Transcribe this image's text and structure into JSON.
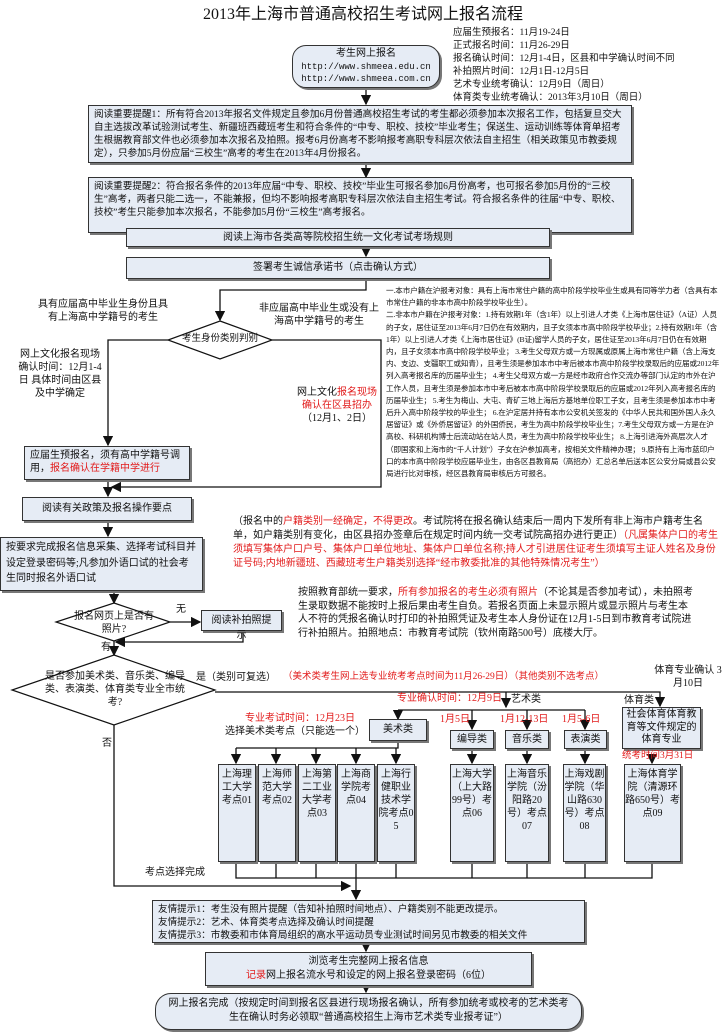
{
  "title": "2013年上海市普通高校招生考试网上报名流程",
  "start": {
    "label": "考生网上报名",
    "url1": "http://www.shmeea.edu.cn",
    "url2": "http://www.shmeea.com.cn"
  },
  "schedule": [
    "应届生预报名：11月19-24日",
    "正式报名时间：11月26-29日",
    "报名确认时间：12月1-4日，区县和中学确认时间不同",
    "补拍照片时间：12月1日-12月5日",
    "艺术专业统考确认：12月9日（周日）",
    "体育类专业统考确认：2013年3月10日（周日）"
  ],
  "reminder1": "阅读重要提醒1：所有符合2013年报名文件规定且参加6月份普通高校招生考试的考生都必须参加本次报名工作，包括复旦交大自主选拔改革试验测试考生、新疆班西藏班考生和符合条件的“中专、职校、技校”毕业考生；保送生、运动训练等体育单招考生根据教育部文件也必须参加本次报名及拍照。报考6月份高考不影响报考高职专科层次依法自主招生（相关政策见市教委规定），只参加5月份应届“三校生”高考的考生在2013年4月份报名。",
  "reminder2": "阅读重要提醒2：符合报名条件的2013年应届“中专、职校、技校”毕业生可报名参加6月份高考，也可报名参加5月份的“三校生”高考，两者只能二选一，不能兼报，但均不影响报考高职专科层次依法自主招生考试。符合报名条件的往届“中专、职校、技校”考生只能参加本次报名，不能参加5月份“三校生”高考报名。",
  "rules": "阅读上海市各类高等院校招生统一文化考试考场规则",
  "pledge": "签署考生诚信承诺书（点击确认方式）",
  "branch_left": "具有应届高中毕业生身份且具有上海高中学籍号的考生",
  "branch_right": "非应届高中毕业生或没有上海高中学籍号的考生",
  "identity_decision": "考生身份类别判别",
  "left_confirm": "网上文化报名现场确认时间：12月1-4日 具体时间由区县及中学确定",
  "right_confirm": {
    "prefix": "网上文化",
    "red": "报名现场确认在区县招办",
    "date": "（12月1、2日）"
  },
  "policy_text": "一.本市户籍在沪报考对象：具有上海市常住户籍的高中阶段学校毕业生或具有同等学力者（含具有本市常住户籍的非本市高中阶段学校毕业生）。\n二.非本市户籍在沪报考对象：1.持有效期1年（含1年）以上引进人才类《上海市居住证》（A证）人员的子女，居住证至2013年6月7日仍在有效期内，且子女须本市高中阶段学校毕业；2.持有效期1年（含1年）以上引进人才类《上海市居住证》(B证)留学人员的子女，居住证至2013年6月7日仍在有效期内，且子女须本市高中阶段学校毕业； 3.考生父母双方或一方现属或原属上海市常住户籍（含上海支内、支边、支疆职工或知青），且考生须是参加本市中考后被本市高中阶段学校录取后的应届或2012年列入高考报名库的历届毕业生； 4.考生父母双方或一方是经市政府合作交流办等部门认定的市外在沪工作人员，且考生须是参加本市中考后被本市高中阶段学校录取后的应届或2012年列入高考报名库的历届毕业生； 5.考生为梅山、大屯、青矿三地上海后方基地单位职工子女，且考生须是参加本市中考后升入高中阶段学校的毕业生； 6.在沪定居并持有本市公安机关签发的《中华人民共和国外国人永久居留证》或《外侨居留证》的外国侨民，考生为高中阶段学校毕业生；7.考生父母双方或一方是在沪高校、科研机构博士后流动站在站人员，考生为高中阶段学校毕业生； 8.上海引进海外高层次人才（即国家和上海市的“千人计划”）子女在沪参加高考，按相关文件精神办理； 9.原持有上海市蓝印户口的本市高中阶段学校应届毕业生，由各区县教育局（高招办）汇总名单后送本区公安分局或县公安局进行比对审核，经区县教育局审核后方可报名。",
  "pre_register": {
    "text": "应届生预报名，须有高中学籍号调用，",
    "red": "报名确认在学籍中学进行"
  },
  "read_policy": "阅读有关政策及报名操作要点",
  "collect_info": "按要求完成报名信息采集、选择考试科目并设定登录密码等;凡参加外语口试的社会考生同时报名外语口试",
  "hukou_note": {
    "p1": "（报名中的",
    "r1": "户籍类别一经确定，不得更改",
    "p2": "。考试院将在报名确认结束后一周内下发所有非上海市户籍考生名单，如户籍类别有变化，由区县招办签章后在规定时间内统一交考试院高招办进行更正）",
    "r2": "（凡属集体户口的考生须填写集体户口户号、集体户口单位地址、集体户口单位名称;持人才引进居住证考生须填写主证人姓名及身份证号码;内地新疆班、西藏班考生户籍类别选择“经市教委批准的其他特殊情况考生”）"
  },
  "photo_decision": "报名网页上是否有照片?",
  "no_label": "无",
  "yes_label": "有",
  "photo_tip": "阅读补拍照提示",
  "photo_note": {
    "p1": "按照教育部统一要求，",
    "r1": "所有参加报名的考生必须有照片",
    "p2": "（不论其是否参加考试），未拍照考生录取数据不能按时上报后果由考生自负。若报名页面上未显示照片或显示照片与考生本人不符的凭报名确认时打印的补拍照凭证及考生本人身份证在12月1-5日到市教育考试院进行补拍照片。拍照地点：市教育考试院（钦州南路500号）底楼大厅。"
  },
  "art_decision": "是否参加美术类、音乐类、编导类、表演类、体育类专业全市统考?",
  "yes_multi": "是（类别可复选）",
  "art_note_red": "（美术类考生网上选专业统考考点时间为11月26-29日）（其他类别不选考点）",
  "no2_label": "否",
  "sports_confirm": "体育专业确认 3月10日",
  "art_confirm_red": "专业确认时间：12月9日",
  "art_label": "艺术类",
  "sports_label": "体育类",
  "fine_art_exam_red": "专业考试时间：12月23日",
  "fine_art_choose": "选择美术类考点（只能选一个）",
  "categories": {
    "fine_art": "美术类",
    "directing": {
      "label": "编导类",
      "date": "1月5日"
    },
    "music": {
      "label": "音乐类",
      "date": "1月12-13日"
    },
    "performance": {
      "label": "表演类",
      "date": "1月5-6日"
    },
    "sports": {
      "label": "社会体育体育教育等文件规定的体育专业",
      "date": "统考时间3月31日"
    }
  },
  "schools": [
    "上海理工大学考点01",
    "上海师范大学考点02",
    "上海第二工业大学考点03",
    "上海商学院考点04",
    "上海行健职业技术学院考点05",
    "上海大学（上大路99号）考点06",
    "上海音乐学院（汾阳路20号）考点07",
    "上海戏剧学院（华山路630号）考点08",
    "上海体育学院（清源环路650号）考点09"
  ],
  "selection_done": "考点选择完成",
  "tips": [
    "友情提示1：考生没有照片提醒（告知补拍照时间地点）、户籍类别不能更改提示。",
    "友情提示2：艺术、体育类考点选择及确认时间提醒",
    "友情提示3：市教委和市体育局组织的高水平运动员专业测试时间另见市教委的相关文件"
  ],
  "review": {
    "line1": "浏览考生完整网上报名信息",
    "red": "记录",
    "line2": "网上报名流水号和设定的网上报名登录密码（6位）"
  },
  "finish": "网上报名完成（按规定时间到报名区县进行现场报名确认，所有参加统考或校考的艺术类考生在确认时务必领取“普通高校招生上海市艺术类专业报考证”）",
  "colors": {
    "box": "#e6ecf5",
    "red": "#e21b1b",
    "border": "#333333"
  }
}
